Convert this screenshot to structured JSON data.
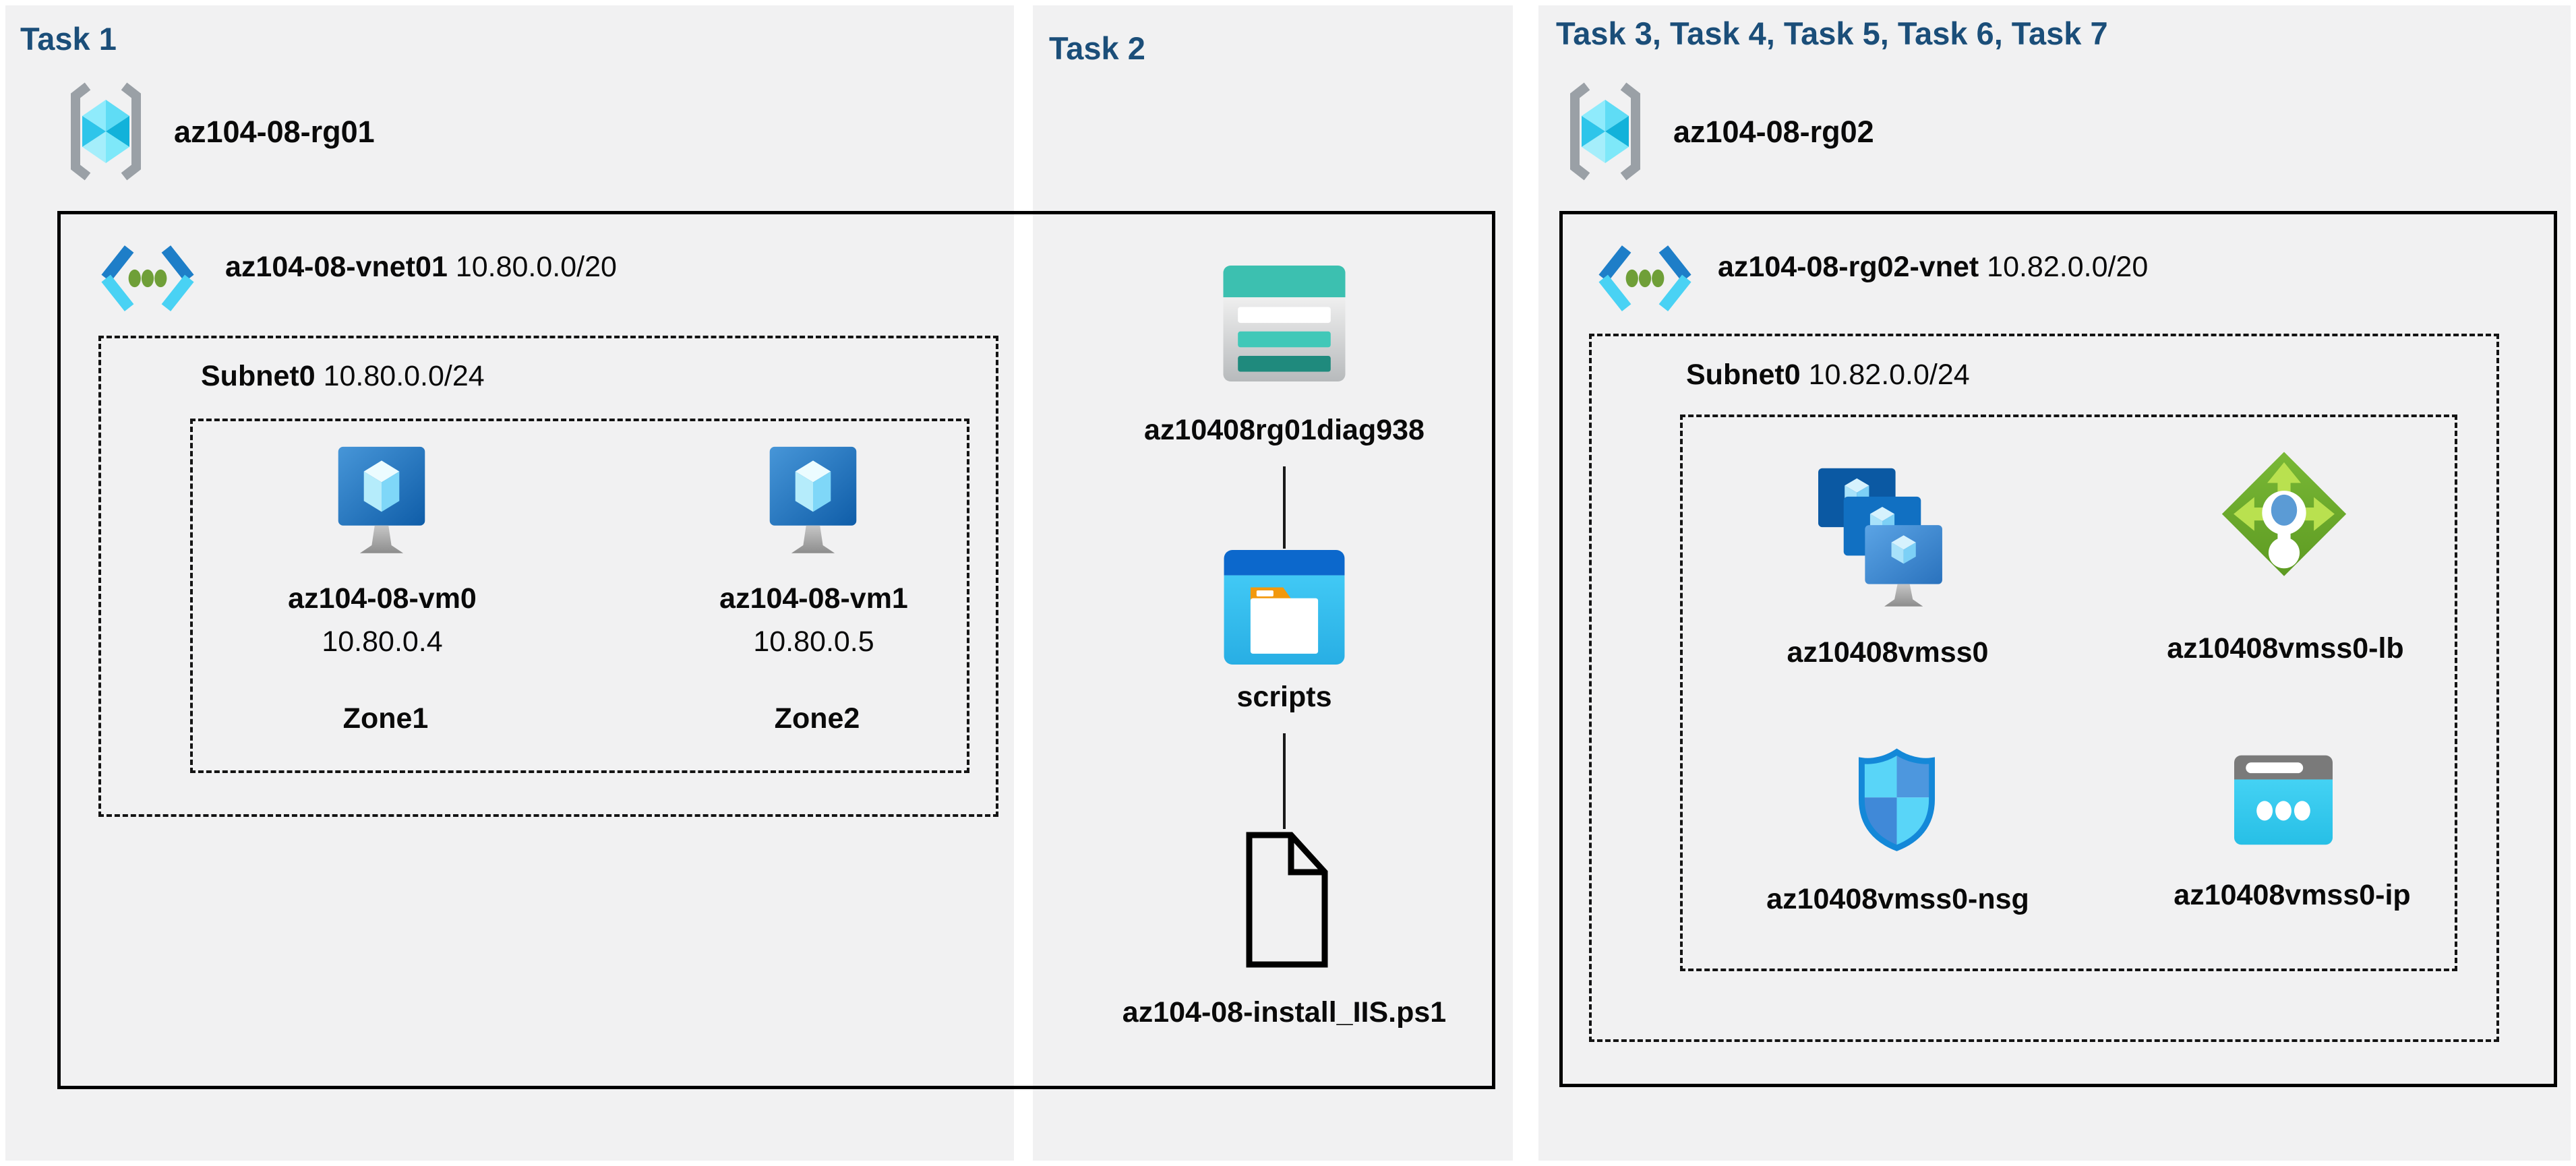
{
  "colors": {
    "header_blue": "#1b4e79",
    "column_bg": "#f1f1f2",
    "label_black": "#0a0a0a",
    "storage_teal": "#3cc0b0",
    "lb_green": "#69a82c",
    "vm_blue": "#1565b4",
    "ip_cyan": "#33c9ee"
  },
  "task1": {
    "header": "Task 1",
    "resource_group": "az104-08-rg01",
    "vnet_name": "az104-08-vnet01",
    "vnet_cidr": "10.80.0.0/20",
    "subnet_name": "Subnet0",
    "subnet_cidr": "10.80.0.0/24",
    "vms": [
      {
        "name": "az104-08-vm0",
        "ip": "10.80.0.4",
        "zone": "Zone1"
      },
      {
        "name": "az104-08-vm1",
        "ip": "10.80.0.5",
        "zone": "Zone2"
      }
    ]
  },
  "task2": {
    "header": "Task 2",
    "storage_account": "az10408rg01diag938",
    "container": "scripts",
    "script_file": "az104-08-install_IIS.ps1"
  },
  "task37": {
    "header": "Task 3, Task 4, Task 5, Task 6, Task 7",
    "resource_group": "az104-08-rg02",
    "vnet_name": "az104-08-rg02-vnet",
    "vnet_cidr": "10.82.0.0/20",
    "subnet_name": "Subnet0",
    "subnet_cidr": "10.82.0.0/24",
    "vmss": "az10408vmss0",
    "load_balancer": "az10408vmss0-lb",
    "nsg": "az10408vmss0-nsg",
    "public_ip": "az10408vmss0-ip"
  }
}
